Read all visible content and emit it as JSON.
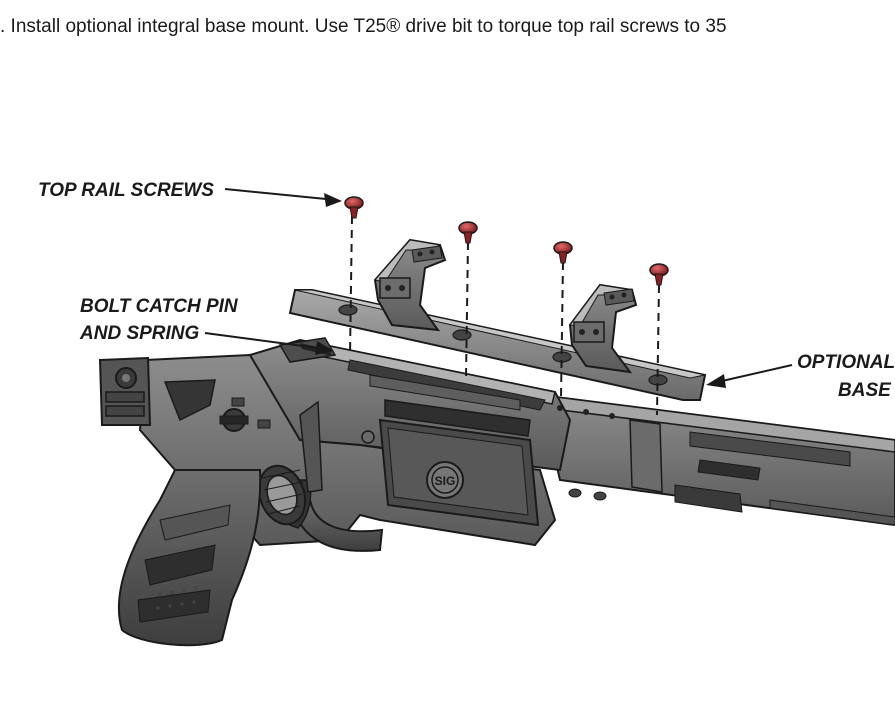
{
  "instruction": ". Install optional integral base mount.  Use T25® drive bit to torque top rail screws to 35",
  "callouts": {
    "top_rail_screws": "TOP RAIL SCREWS",
    "bolt_catch_line1": "BOLT CATCH PIN",
    "bolt_catch_line2": "AND SPRING",
    "optional_line1": "OPTIONAL",
    "optional_line2": "BASE"
  },
  "logo_text": "SIG"
}
